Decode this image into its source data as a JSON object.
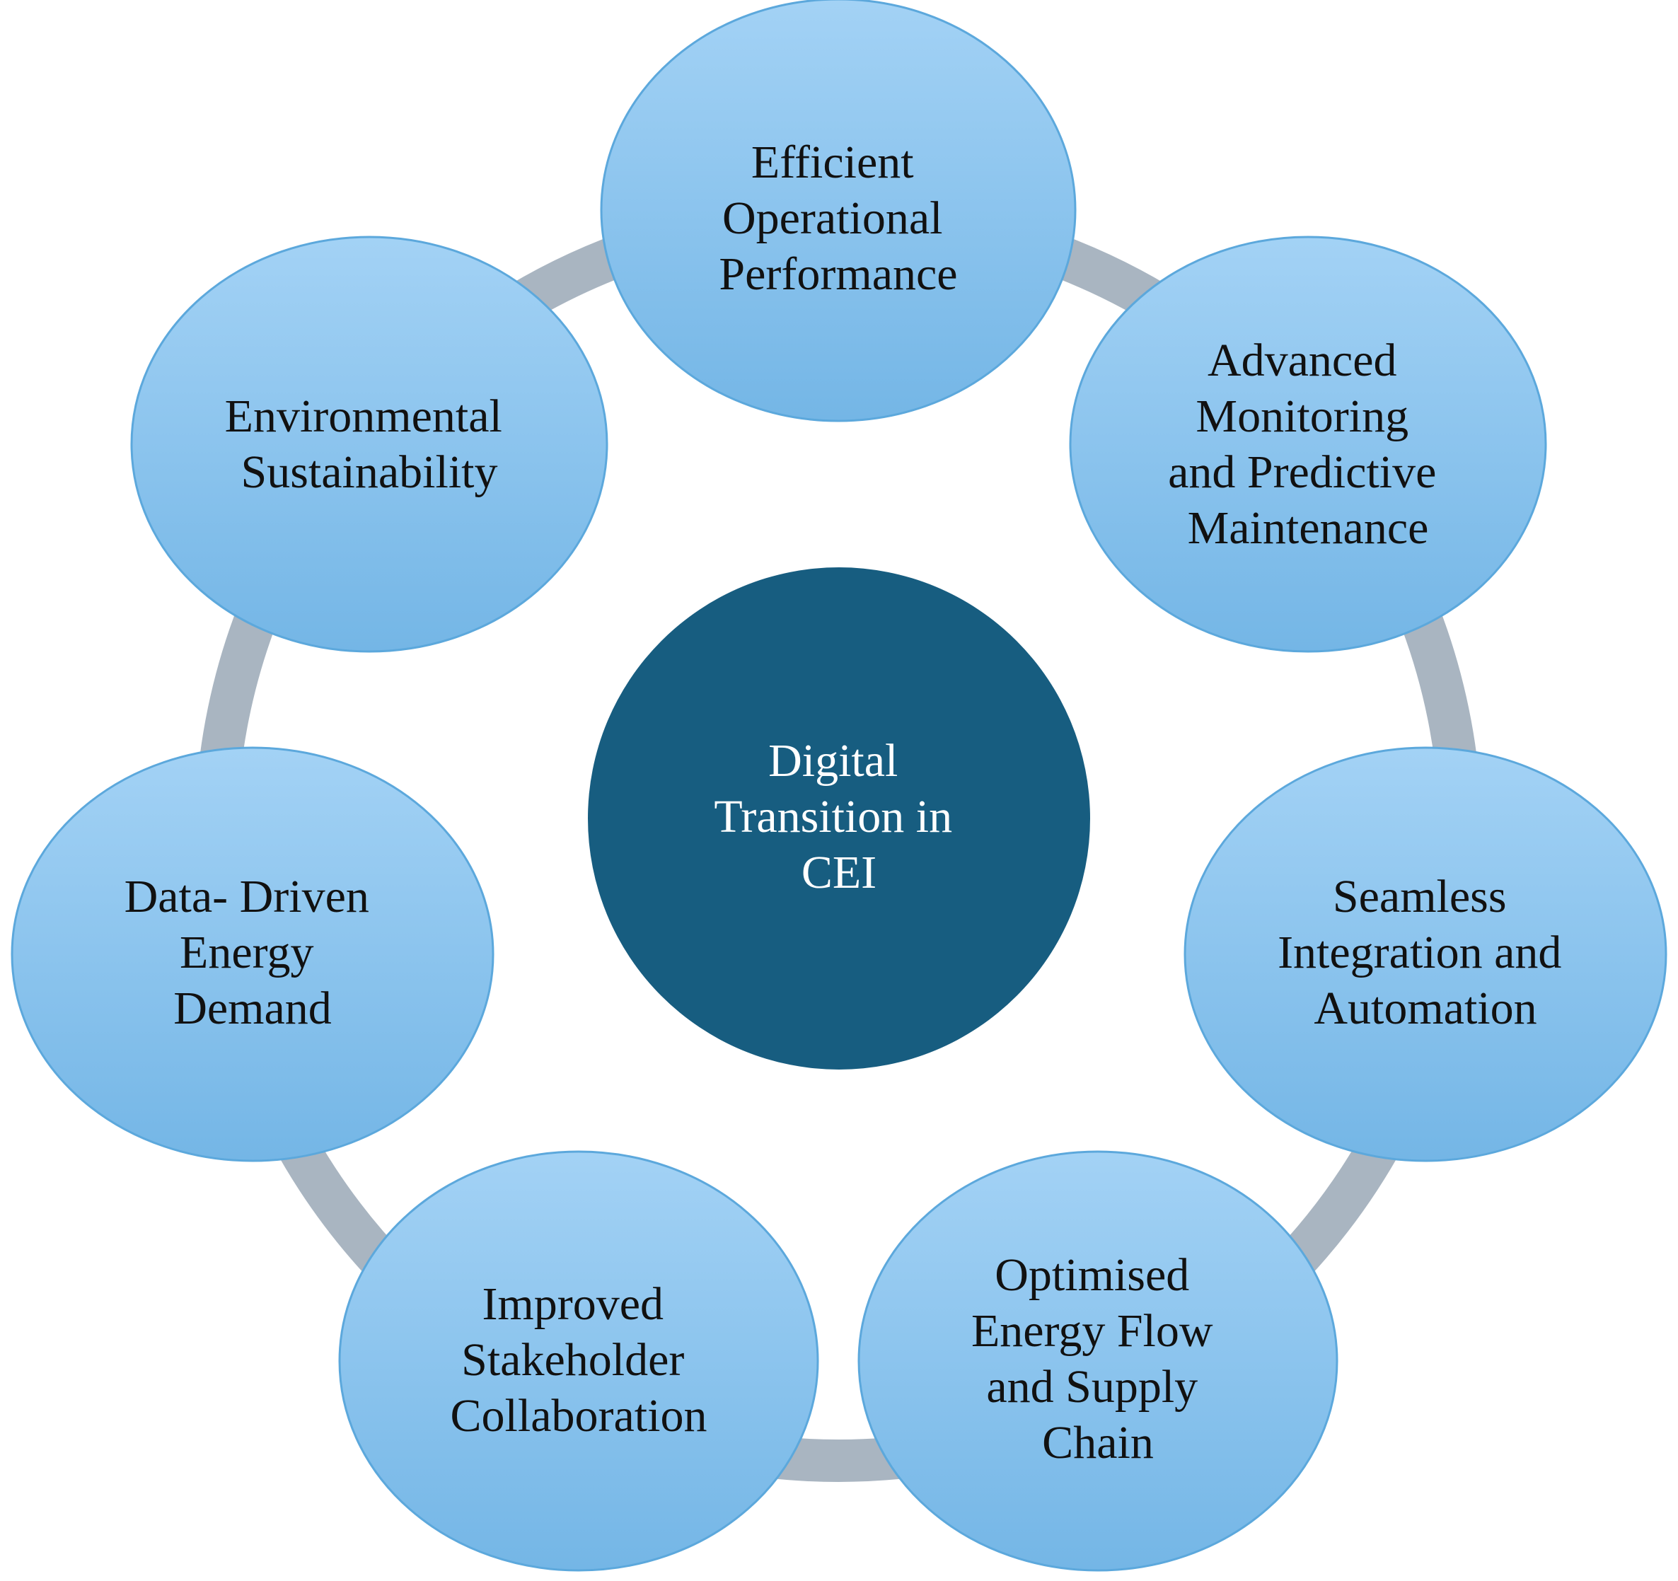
{
  "center": {
    "lines": [
      "Digital",
      "Transition in",
      "CEI"
    ],
    "color": "#175d80"
  },
  "nodes": [
    {
      "id": "efficient-operational-performance",
      "lines": [
        "Efficient",
        "Operational",
        "Performance"
      ]
    },
    {
      "id": "advanced-monitoring",
      "lines": [
        "Advanced",
        "Monitoring",
        "and Predictive",
        "Maintenance"
      ]
    },
    {
      "id": "seamless-integration",
      "lines": [
        "Seamless",
        "Integration and",
        "Automation"
      ]
    },
    {
      "id": "optimised-energy-flow",
      "lines": [
        "Optimised",
        "Energy Flow",
        "and Supply",
        "Chain"
      ]
    },
    {
      "id": "improved-stakeholder-collaboration",
      "lines": [
        "Improved",
        "Stakeholder",
        "Collaboration"
      ]
    },
    {
      "id": "data-driven-energy-demand",
      "lines": [
        "Data- Driven",
        "Energy",
        "Demand"
      ]
    },
    {
      "id": "environmental-sustainability",
      "lines": [
        "Environmental",
        "Sustainability"
      ]
    }
  ],
  "colors": {
    "node_fill_top": "#a3d2f5",
    "node_fill_bottom": "#74b6e6",
    "node_stroke": "#5ca8dc",
    "ring": "#a9b5c1"
  }
}
